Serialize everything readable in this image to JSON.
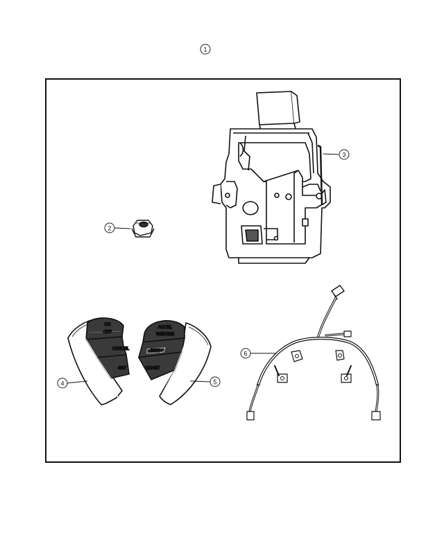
{
  "callouts": {
    "top": "1",
    "nut": "2",
    "module": "3",
    "left_switch": "4",
    "right_switch": "5",
    "harness": "6"
  },
  "left_switch_labels": {
    "on_off_1": "ON",
    "on_off_2": "OFF",
    "cancel": "CANCEL",
    "set": "SET"
  },
  "right_switch_labels": {
    "accel_1": "ACCEL",
    "accel_2": "RESUME",
    "distance": "DIST",
    "coast": "COAST"
  }
}
